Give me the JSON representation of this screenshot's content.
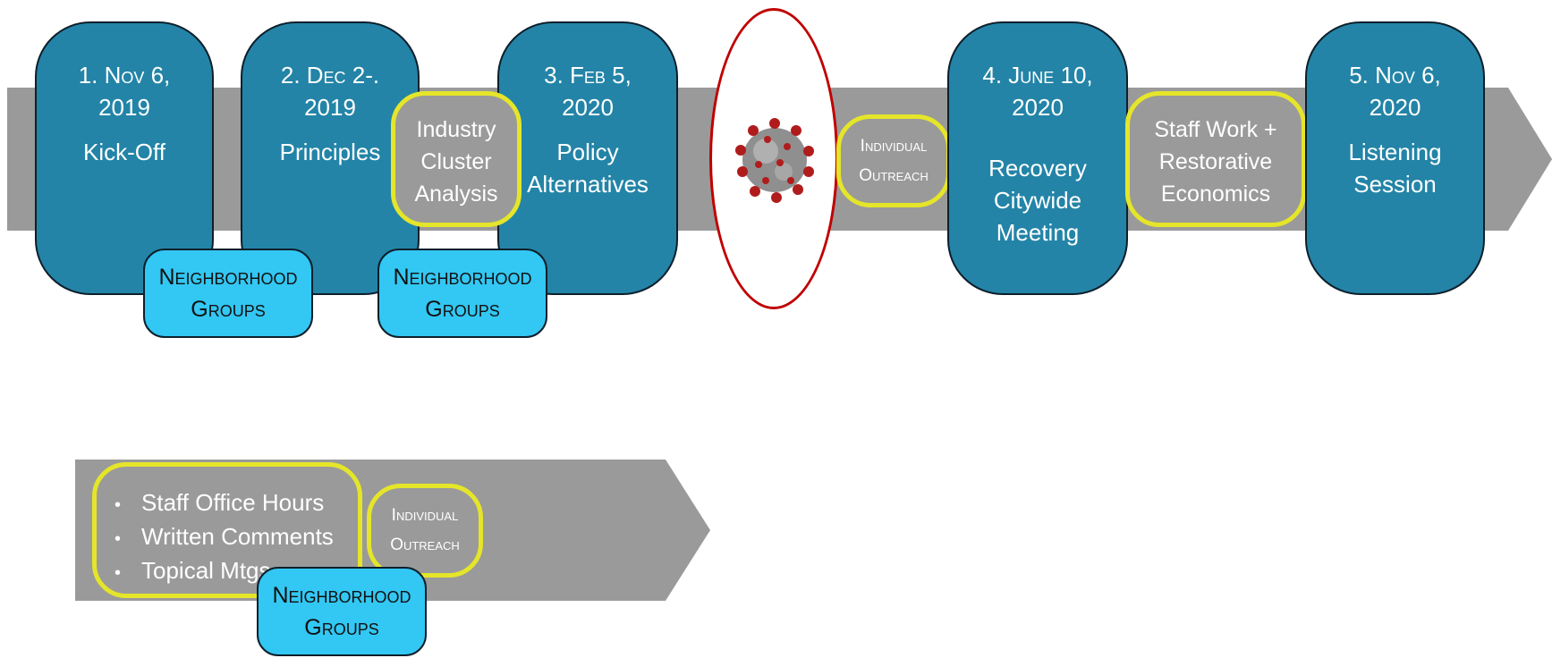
{
  "timeline": {
    "steps": [
      {
        "date": "1. Nov 6, 2019",
        "label": "Kick-Off"
      },
      {
        "date": "2. Dec 2-. 2019",
        "label": "Principles"
      },
      {
        "date": "3. Feb 5, 2020",
        "label": "Policy Alternatives"
      },
      {
        "date": "4. June 10, 2020",
        "label": "Recovery Citywide Meeting"
      },
      {
        "date": "5. Nov 6, 2020",
        "label": "Listening Session"
      }
    ],
    "neighborhood_groups": [
      "Neighborhood Groups",
      "Neighborhood Groups"
    ],
    "industry_cluster": "Industry Cluster Analysis",
    "individual_outreach": "Individual Outreach",
    "staff_work": "Staff Work + Restorative Economics"
  },
  "ongoing": {
    "items": [
      "Staff Office Hours",
      "Written Comments",
      "Topical Mtgs"
    ],
    "individual_outreach": "Individual Outreach",
    "neighborhood_groups": "Neighborhood Groups"
  },
  "colors": {
    "step_fill": "#2384a7",
    "neighborhood_fill": "#33c7f3",
    "arrow_fill": "#9a9a9a",
    "highlight": "#e5e52a",
    "virus_outline": "#c00000"
  },
  "icons": {
    "virus": "coronavirus-icon"
  }
}
